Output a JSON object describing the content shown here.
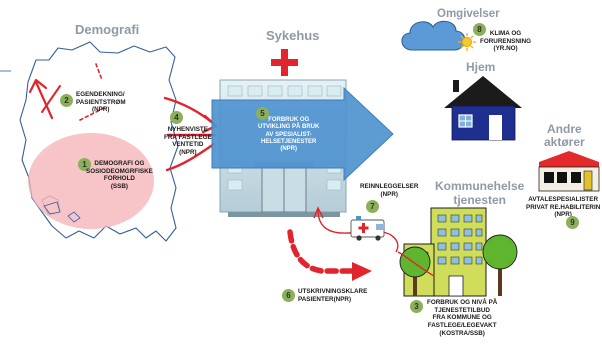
{
  "titles": {
    "demografi": "Demografi",
    "sykehus": "Sykehus",
    "omgivelser": "Omgivelser",
    "hjem": "Hjem",
    "andre_aktorer": [
      "Andre",
      "aktører"
    ],
    "kommunehelsetjenesten": [
      "Kommunehelse",
      "tjenesten"
    ]
  },
  "nodes": [
    {
      "num": "1",
      "lines": [
        "DEMOGRAFI OG",
        "SOSIODEOMGRFISKE",
        "FORHOLD",
        "(SSB)"
      ]
    },
    {
      "num": "2",
      "lines": [
        "EGENDEKNING/",
        "PASIENTSTRØM",
        "(NPR)"
      ]
    },
    {
      "num": "3",
      "lines": [
        "FORBRUK OG NIVÅ PÅ",
        "TJENESTETILBUD",
        "FRA KOMMUNE  OG",
        "FASTLEGE/LEGEVAKT",
        "(KOSTRA/SSB)"
      ]
    },
    {
      "num": "4",
      "lines": [
        "NYHENVISTE",
        "FRA FASTLEGE",
        "VENTETID",
        "(NPR)"
      ]
    },
    {
      "num": "5",
      "lines": [
        "FORBRUK OG",
        "UTVIKLING PÅ BRUK",
        "AV SPESIALIST-",
        "HELSETJENESTER",
        "(NPR)"
      ]
    },
    {
      "num": "6",
      "lines": [
        "UTSKRIVNINGSKLARE",
        "PASIENTER(NPR)"
      ]
    },
    {
      "num": "7",
      "lines": [
        "REINNLEGGELSER",
        "(NPR)"
      ]
    },
    {
      "num": "8",
      "lines": [
        "KLIMA OG",
        "FORURENSNING",
        "(YR.NO)"
      ]
    },
    {
      "num": "9",
      "lines": [
        "AVTALESPESIALISTER",
        "PRIVAT RE.HABILITERIN",
        "(NPR)"
      ]
    }
  ],
  "colors": {
    "heading": "#8f9aa6",
    "badge": "#8bb05a",
    "arrow_blue": "#4f93cf",
    "red": "#e0252e",
    "pink_blob": "#f5b3b7",
    "house_blue": "#1f2f8f",
    "building_green": "#cfdd5a",
    "tree_green": "#5fb62e"
  },
  "icons": [
    "map-icon",
    "hospital-icon",
    "cloud-icon",
    "sun-icon",
    "house-icon",
    "shop-icon",
    "ambulance-icon",
    "building-icon",
    "tree-icon"
  ]
}
